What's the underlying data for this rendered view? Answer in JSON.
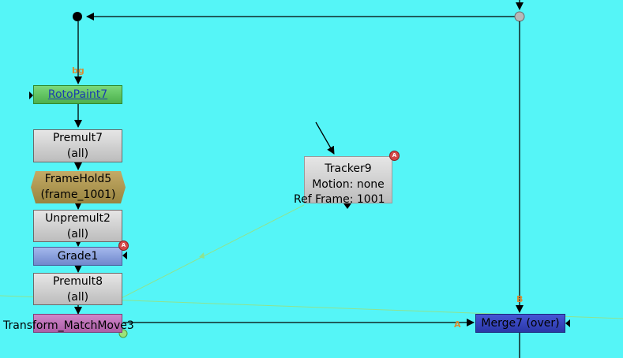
{
  "nodes": {
    "rotopaint": {
      "label": "RotoPaint7",
      "input_tag": "bg"
    },
    "premult7": {
      "line1": "Premult7",
      "line2": "(all)"
    },
    "framehold5": {
      "line1": "FrameHold5",
      "line2": "(frame_1001)"
    },
    "unpremult2": {
      "line1": "Unpremult2",
      "line2": "(all)"
    },
    "grade1": {
      "label": "Grade1",
      "badge": "A"
    },
    "premult8": {
      "line1": "Premult8",
      "line2": "(all)"
    },
    "transform": {
      "label": "Transform_MatchMove3"
    },
    "tracker9": {
      "line1": "Tracker9",
      "line2": "Motion: none",
      "line3": "Ref Frame: 1001",
      "badge": "A"
    },
    "merge7": {
      "label": "Merge7 (over)",
      "input_b": "B",
      "input_a": "A"
    }
  },
  "colors": {
    "background": "#55f5f7",
    "rotopaint": "#5fc25f",
    "grade": "#8aa0dd",
    "transform": "#be72b8",
    "merge": "#3444c0",
    "framehold": "#ae9752",
    "default_node": "#d0d0d0"
  }
}
